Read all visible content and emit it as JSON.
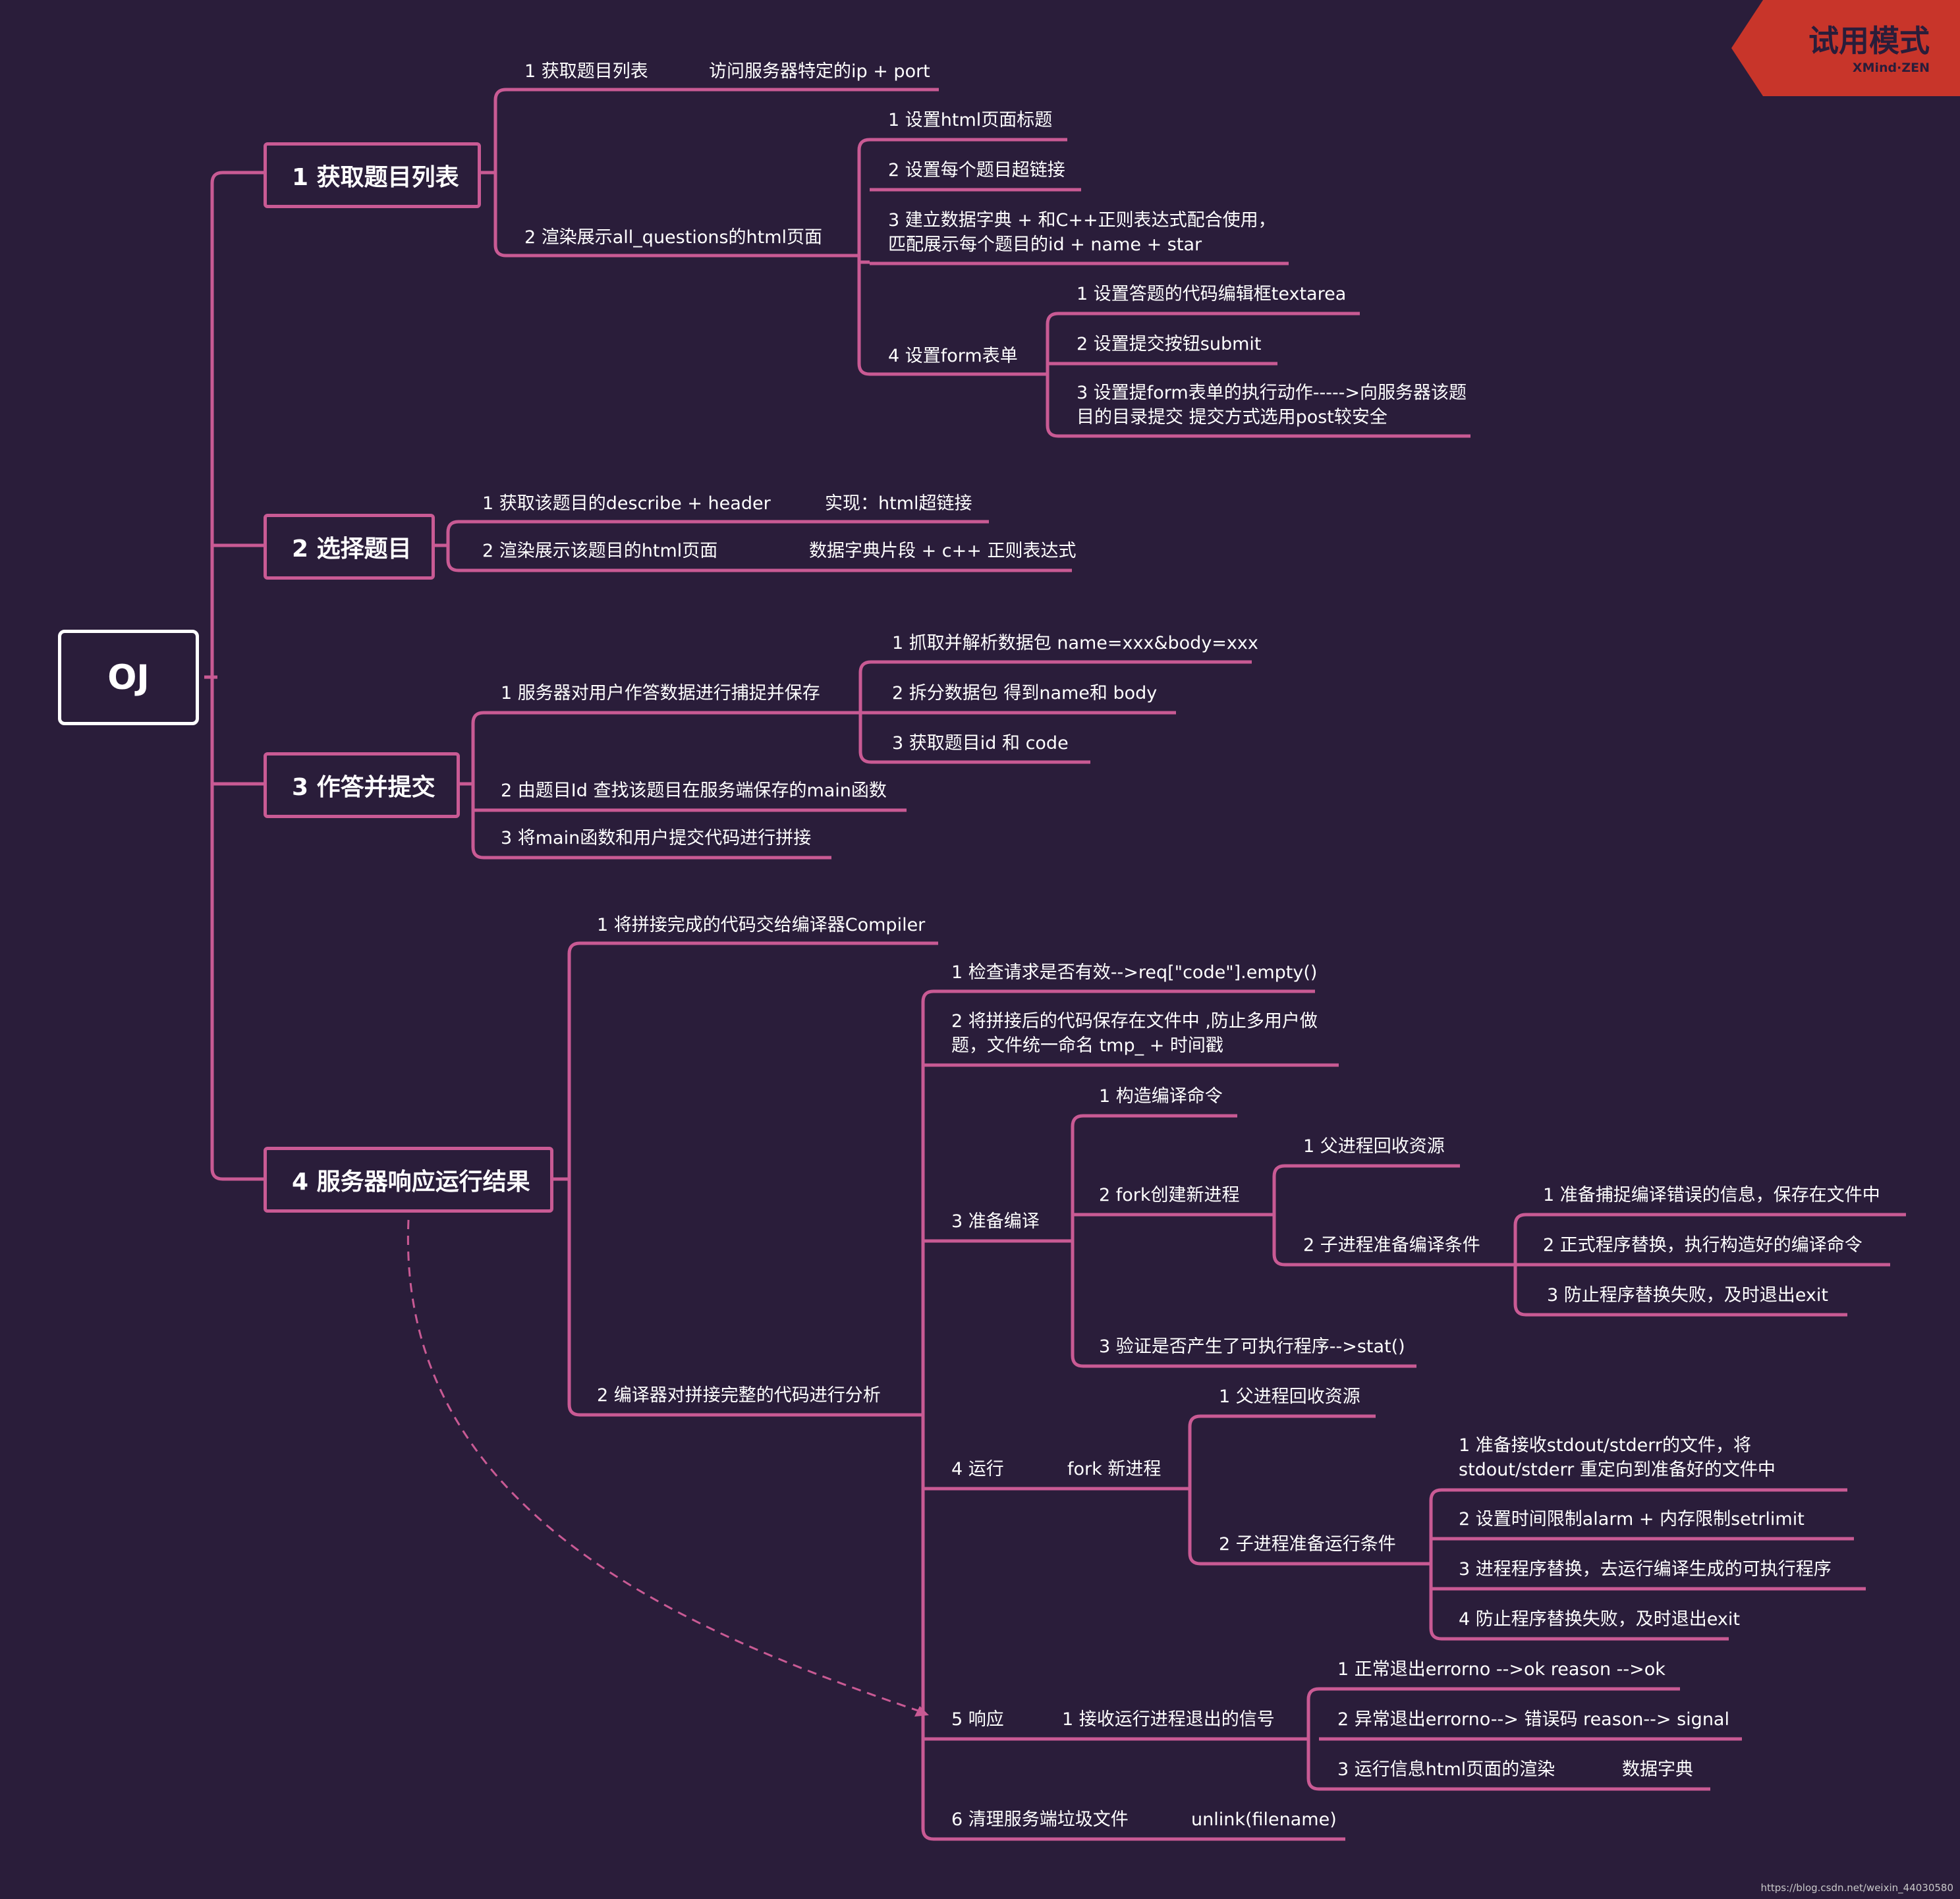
{
  "colors": {
    "background": "#2a1d3a",
    "branch": "#c95a94",
    "root_border": "#ffffff",
    "badge": "#c8352a",
    "text": "#ffffff"
  },
  "root": {
    "label": "OJ"
  },
  "main": [
    {
      "label": "1 获取题目列表"
    },
    {
      "label": "2 选择题目"
    },
    {
      "label": "3 作答并提交"
    },
    {
      "label": "4 服务器响应运行结果"
    }
  ],
  "b1": {
    "c1": "1 获取题目列表",
    "c1_note": "访问服务器特定的ip + port",
    "c2": "2  渲染展示all_questions的html页面",
    "c2_1": "1 设置html页面标题",
    "c2_2": "2 设置每个题目超链接",
    "c2_3": "3 建立数据字典 + 和C++正则表达式配合使用，匹配展示每个题目的id  + name +  star",
    "c2_4": "4 设置form表单",
    "c2_4_1": "1 设置答题的代码编辑框textarea",
    "c2_4_2": "2 设置提交按钮submit",
    "c2_4_3": "3 设置提form表单的执行动作----->向服务器该题目的目录提交  提交方式选用post较安全"
  },
  "b2": {
    "c1": "1  获取该题目的describe + header",
    "c1_note": "实现：html超链接",
    "c2": "2  渲染展示该题目的html页面",
    "c2_note": "数据字典片段 + c++ 正则表达式"
  },
  "b3": {
    "c1": "1 服务器对用户作答数据进行捕捉并保存",
    "c1_1": "1 抓取并解析数据包 name=xxx&body=xxx",
    "c1_2": "2 拆分数据包  得到name和 body",
    "c1_3": "3 获取题目id  和 code",
    "c2": "2 由题目Id 查找该题目在服务端保存的main函数",
    "c3": "3 将main函数和用户提交代码进行拼接"
  },
  "b4": {
    "c1": "1 将拼接完成的代码交给编译器Compiler",
    "c2": "2 编译器对拼接完整的代码进行分析",
    "s1": "1 检查请求是否有效-->req[\"code\"].empty()",
    "s2": "2 将拼接后的代码保存在文件中 ,防止多用户做题，文件统一命名 tmp_ + 时间戳",
    "s3": "3 准备编译",
    "s3_1": "1 构造编译命令",
    "s3_2": "2  fork创建新进程",
    "s3_2_1": "1 父进程回收资源",
    "s3_2_2": "2 子进程准备编译条件",
    "s3_2_2_1": "1 准备捕捉编译错误的信息，保存在文件中",
    "s3_2_2_2": "2  正式程序替换，执行构造好的编译命令",
    "s3_2_2_3": "3 防止程序替换失败，及时退出exit",
    "s3_3": "3 验证是否产生了可执行程序-->stat()",
    "s4": "4 运行",
    "s4_note": "fork 新进程",
    "s4_1": "1 父进程回收资源",
    "s4_2": "2 子进程准备运行条件",
    "s4_2_1": "1  准备接收stdout/stderr的文件，将stdout/stderr 重定向到准备好的文件中",
    "s4_2_2": "2   设置时间限制alarm  + 内存限制setrlimit",
    "s4_2_3": "3  进程程序替换，去运行编译生成的可执行程序",
    "s4_2_4": "4  防止程序替换失败，及时退出exit",
    "s5": "5 响应",
    "s5_note": "1 接收运行进程退出的信号",
    "s5_1": "1 正常退出errorno -->ok    reason -->ok",
    "s5_2": "2 异常退出errorno--> 错误码  reason--> signal",
    "s5_3": "3 运行信息html页面的渲染",
    "s5_3_note": "数据字典",
    "s6": "6 清理服务端垃圾文件",
    "s6_note": "unlink(filename)"
  },
  "badge": {
    "title": "试用模式",
    "subtitle": "XMind·ZEN"
  },
  "watermark": "https://blog.csdn.net/weixin_44030580"
}
